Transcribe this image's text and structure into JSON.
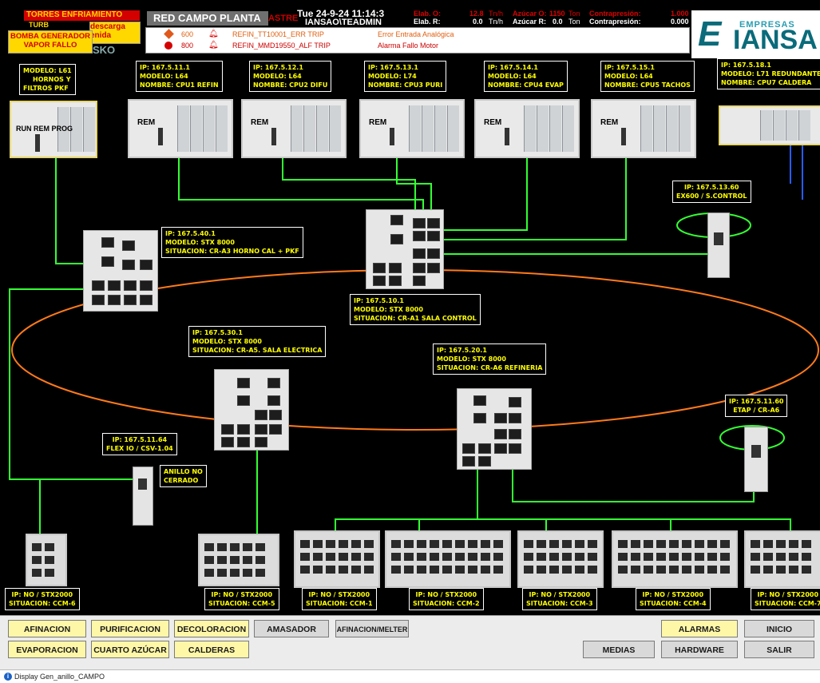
{
  "header": {
    "alert_torres": "TORRES ENFRIAMIENTO",
    "alert_turb": "TURB",
    "alert_descarga": "descarga",
    "alert_enida": "enida",
    "alert_bomba": "BOMBA GENERADOR VAPOR FALLO",
    "title": "RED CAMPO PLANTA",
    "title_suffix": "ASTRE",
    "datetime": "Tue  24-9-24  11:14:3",
    "user": "IANSAO\\TEADMIN",
    "elab_o_label": "Elab. O:",
    "elab_o_val": "12.8",
    "elab_o_unit": "Tn/h",
    "elab_r_label": "Elab. R:",
    "elab_r_val": "0.0",
    "elab_r_unit": "Tn/h",
    "azucar_o_label": "Azúcar O:",
    "azucar_o_val": "1150",
    "azucar_o_unit": "Ton",
    "azucar_r_label": "Azúcar R:",
    "azucar_r_val": "0.0",
    "azucar_r_unit": "Ton",
    "contra1_label": "Contrapresión:",
    "contra1_val": "1.000",
    "contra2_label": "Contrapresión:",
    "contra2_val": "0.000",
    "logo_small": "EMPRESAS",
    "logo_big": "IANSA",
    "logo_e": "E"
  },
  "alarms": [
    {
      "priority": "600",
      "tag": "REFIN_TT10001_ERR TRIP",
      "desc": "Error Entrada Analógica"
    },
    {
      "priority": "800",
      "tag": "REFIN_MMD19550_ALF TRIP",
      "desc": "Alarma Fallo Motor"
    }
  ],
  "plc_labels": [
    {
      "l1": "MODELO: L61",
      "l2": "HORNOS Y",
      "l3": "FILTROS PKF"
    },
    {
      "l1": "IP: 167.5.11.1",
      "l2": "MODELO: L64",
      "l3": "NOMBRE: CPU1 REFIN"
    },
    {
      "l1": "IP: 167.5.12.1",
      "l2": "MODELO: L64",
      "l3": "NOMBRE: CPU2 DIFU"
    },
    {
      "l1": "IP: 167.5.13.1",
      "l2": "MODELO: L74",
      "l3": "NOMBRE: CPU3 PURI"
    },
    {
      "l1": "IP: 167.5.14.1",
      "l2": "MODELO: L64",
      "l3": "NOMBRE: CPU4 EVAP"
    },
    {
      "l1": "IP: 167.5.15.1",
      "l2": "MODELO: L64",
      "l3": "NOMBRE: CPU5 TACHOS"
    },
    {
      "l1": "IP: 167.5.18.1",
      "l2": "MODELO: L71 REDUNDANTE",
      "l3": "NOMBRE: CPU7 CALDERA"
    }
  ],
  "plc_texts": {
    "run_rem_prog": "RUN REM PROG",
    "rem": "REM"
  },
  "switch_labels": [
    {
      "l1": "IP: 167.5.40.1",
      "l2": "MODELO: STX 8000",
      "l3": "SITUACION: CR-A3 HORNO CAL + PKF"
    },
    {
      "l1": "IP: 167.5.10.1",
      "l2": "MODELO: STX 8000",
      "l3": "SITUACION: CR-A1 SALA CONTROL"
    },
    {
      "l1": "IP: 167.5.30.1",
      "l2": "MODELO: STX 8000",
      "l3": "SITUACION: CR-A5. SALA ELECTRICA"
    },
    {
      "l1": "IP: 167.5.20.1",
      "l2": "MODELO: STX 8000",
      "l3": "SITUACION: CR-A6 REFINERIA"
    }
  ],
  "remote_labels": [
    {
      "l1": "IP: 167.5.13.60",
      "l2": "EX600 / S.CONTROL"
    },
    {
      "l1": "IP: 167.5.11.60",
      "l2": "ETAP / CR-A6"
    },
    {
      "l1": "IP: 167.5.11.64",
      "l2": "FLEX IO / CSV-1.04"
    }
  ],
  "ring_warning": {
    "l1": "ANILLO NO",
    "l2": "CERRADO"
  },
  "ccm_labels": [
    {
      "l1": "IP: NO / STX2000",
      "l2": "SITUACION: CCM-6"
    },
    {
      "l1": "IP: NO / STX2000",
      "l2": "SITUACION: CCM-5"
    },
    {
      "l1": "IP: NO / STX2000",
      "l2": "SITUACION: CCM-1"
    },
    {
      "l1": "IP: NO / STX2000",
      "l2": "SITUACION: CCM-2"
    },
    {
      "l1": "IP: NO / STX2000",
      "l2": "SITUACION: CCM-3"
    },
    {
      "l1": "IP: NO / STX2000",
      "l2": "SITUACION: CCM-4"
    },
    {
      "l1": "IP: NO / STX2000",
      "l2": "SITUACION: CCM-7"
    }
  ],
  "buttons": {
    "afinacion": "AFINACION",
    "purificacion": "PURIFICACION",
    "decoloracion": "DECOLORACION",
    "amasador": "AMASADOR",
    "afinacion_melter": "AFINACION/MELTER",
    "evaporacion": "EVAPORACION",
    "cuarto_azucar": "CUARTO AZÚCAR",
    "calderas": "CALDERAS",
    "alarmas": "ALARMAS",
    "inicio": "INICIO",
    "medias": "MEDIAS",
    "hardware": "HARDWARE",
    "salir": "SALIR"
  },
  "status_bar": {
    "text": "Display Gen_anillo_CAMPO"
  },
  "colors": {
    "background": "#000000",
    "ring": "#ff7a1a",
    "link": "#33ff33",
    "label_text": "#ffff00",
    "alert_red": "#ff0000",
    "button_yellow": "#fff7a8",
    "button_gray": "#d9d9d9"
  }
}
